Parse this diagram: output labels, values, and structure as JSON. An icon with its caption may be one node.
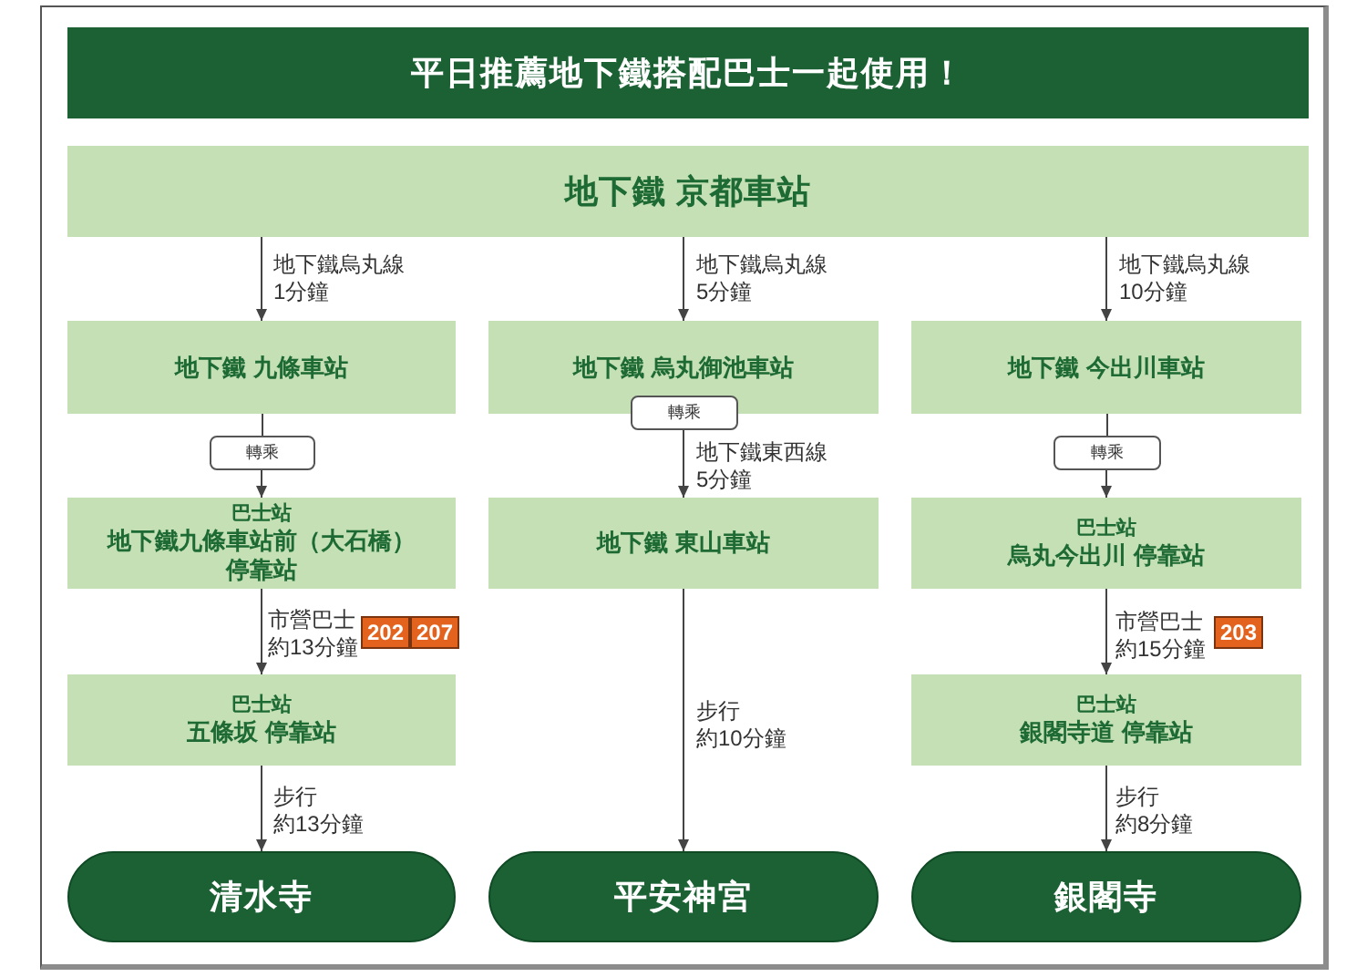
{
  "diagram": {
    "title": "平日推薦地下鐵搭配巴士一起使用！",
    "nodes": [
      {
        "text": [
          "地下鐵 京都車站"
        ]
      },
      {
        "text": [
          "地下鐵 九條車站"
        ]
      },
      {
        "text": [
          "地下鐵 烏丸御池車站"
        ]
      },
      {
        "text": [
          "地下鐵 今出川車站"
        ]
      },
      {
        "text": [
          "轉乘"
        ]
      },
      {
        "text": [
          "轉乘"
        ]
      },
      {
        "text": [
          "轉乘"
        ]
      },
      {
        "text": [
          "巴士站",
          "地下鐵九條車站前（大石橋）停靠站"
        ]
      },
      {
        "text": [
          "地下鐵 東山車站"
        ]
      },
      {
        "text": [
          "巴士站",
          "烏丸今出川 停靠站"
        ]
      },
      {
        "text": [
          "202"
        ]
      },
      {
        "text": [
          "207"
        ]
      },
      {
        "text": [
          "203"
        ]
      },
      {
        "text": [
          "巴士站",
          "五條坂 停靠站"
        ]
      },
      {
        "text": [
          "巴士站",
          "銀閣寺道 停靠站"
        ]
      },
      {
        "text": [
          "清水寺"
        ]
      },
      {
        "text": [
          "平安神宮"
        ]
      },
      {
        "text": [
          "銀閣寺"
        ]
      }
    ],
    "edges": [
      {
        "from": 0,
        "to": 1,
        "arrow": "to",
        "label": "地下鐵烏丸線1分鐘"
      },
      {
        "from": 0,
        "to": 2,
        "arrow": "to",
        "label": "地下鐵烏丸線5分鐘"
      },
      {
        "from": 0,
        "to": 3,
        "arrow": "to",
        "label": "地下鐵烏丸線10分鐘"
      },
      {
        "from": 1,
        "to": 4,
        "arrow": "none"
      },
      {
        "from": 4,
        "to": 7,
        "arrow": "to"
      },
      {
        "from": 5,
        "to": 8,
        "arrow": "to",
        "label": "地下鐵東西線5分鐘"
      },
      {
        "from": 3,
        "to": 6,
        "arrow": "none"
      },
      {
        "from": 6,
        "to": 9,
        "arrow": "to"
      },
      {
        "from": 7,
        "to": 13,
        "arrow": "to",
        "label": "市營巴士約13分鐘"
      },
      {
        "from": 9,
        "to": 14,
        "arrow": "to",
        "label": "市營巴士約15分鐘"
      },
      {
        "from": 8,
        "to": 16,
        "arrow": "to",
        "label": "步行約10分鐘"
      },
      {
        "from": 13,
        "to": 15,
        "arrow": "to",
        "label": "步行約13分鐘"
      },
      {
        "from": 14,
        "to": 17,
        "arrow": "to",
        "label": "步行約8分鐘"
      }
    ]
  }
}
